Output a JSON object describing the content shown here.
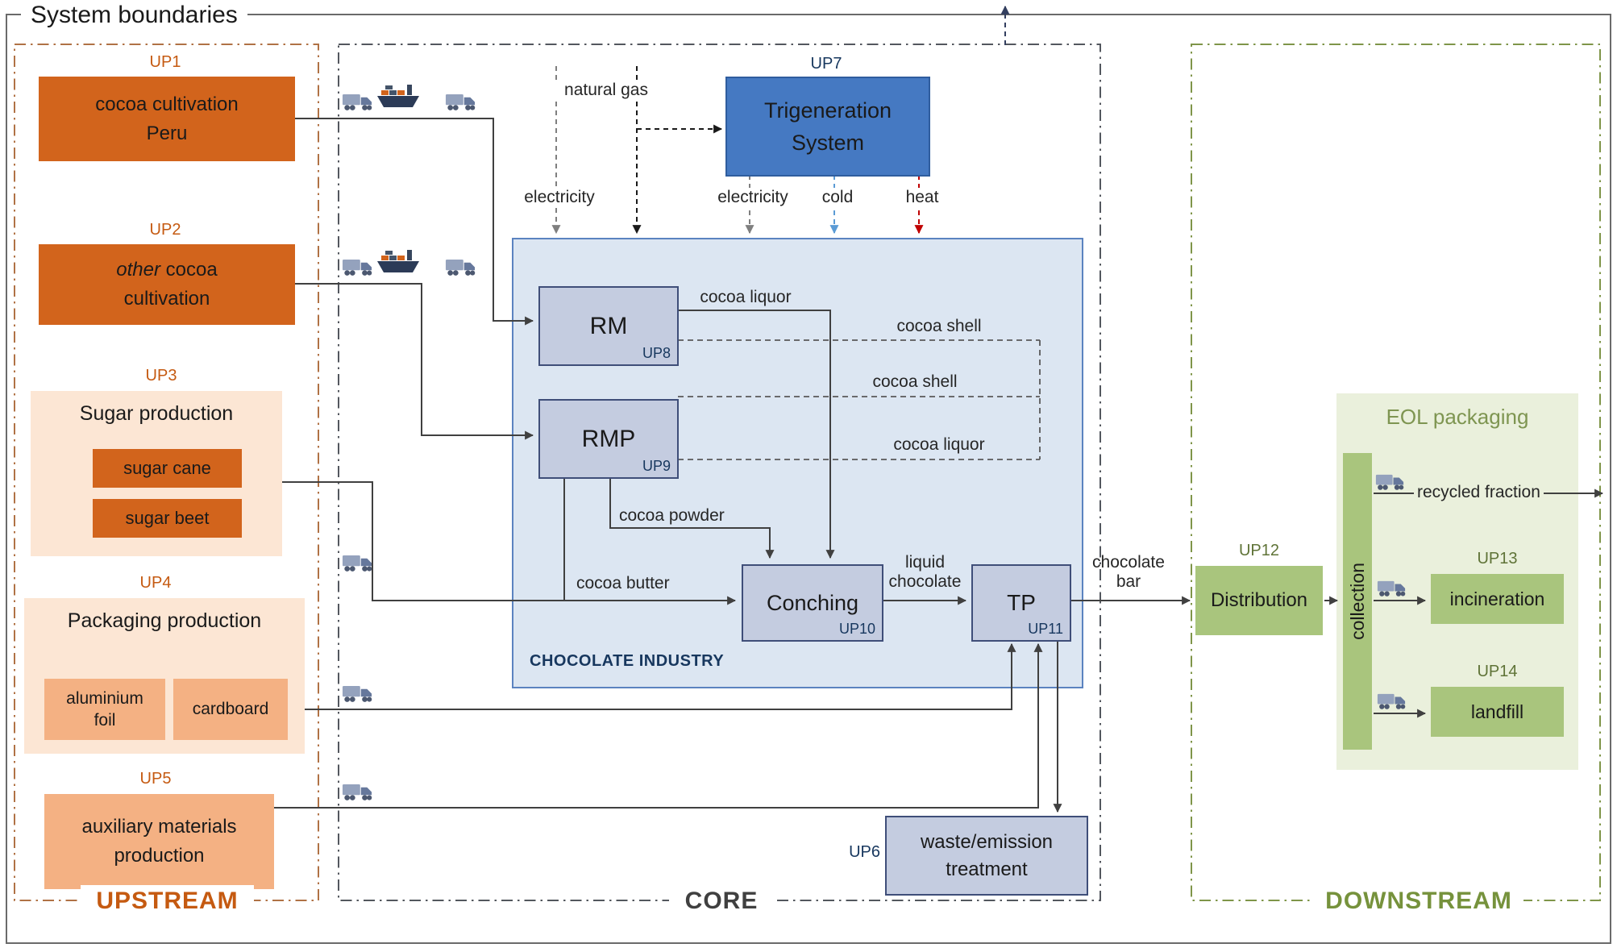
{
  "title": "System boundaries",
  "colors": {
    "orange_dark": "#d2641c",
    "orange_mid": "#f4b183",
    "orange_light": "#fce6d4",
    "orange_label": "#c55a11",
    "blue_box": "#4579c2",
    "blue_container": "#dce6f2",
    "process_box": "#c4cce0",
    "navy_label": "#17375e",
    "green_box": "#a9c57d",
    "green_container": "#eaf0dc",
    "green_label": "#76923c",
    "heat_red": "#c00000",
    "cold_blue": "#5b9bd5",
    "line_gray": "#404040"
  },
  "icons": {
    "truck": "truck-icon",
    "ship": "ship-icon"
  },
  "sections": {
    "upstream_label": "UPSTREAM",
    "core_label": "CORE",
    "downstream_label": "DOWNSTREAM"
  },
  "upstream": {
    "up1": {
      "id": "UP1",
      "line1": "cocoa cultivation",
      "line2": "Peru"
    },
    "up2": {
      "id": "UP2",
      "italic": "other",
      "line1_rest": "cocoa",
      "line2": "cultivation"
    },
    "up3": {
      "id": "UP3",
      "title": "Sugar production",
      "items": [
        "sugar cane",
        "sugar beet"
      ]
    },
    "up4": {
      "id": "UP4",
      "title": "Packaging production",
      "items": [
        "aluminium foil",
        "cardboard"
      ]
    },
    "up5": {
      "id": "UP5",
      "line1": "auxiliary materials",
      "line2": "production"
    }
  },
  "core": {
    "trigeneration": {
      "id": "UP7",
      "line1": "Trigeneration",
      "line2": "System"
    },
    "chocolate_industry_label": "CHOCOLATE INDUSTRY",
    "rm": {
      "id": "UP8",
      "label": "RM"
    },
    "rmp": {
      "id": "UP9",
      "label": "RMP"
    },
    "conching": {
      "id": "UP10",
      "label": "Conching"
    },
    "tp": {
      "id": "UP11",
      "label": "TP"
    },
    "waste": {
      "id": "UP6",
      "line1": "waste/emission",
      "line2": "treatment"
    }
  },
  "downstream": {
    "distribution": {
      "id": "UP12",
      "label": "Distribution"
    },
    "eol_label": "EOL packaging",
    "collection_label": "collection",
    "incineration": {
      "id": "UP13",
      "label": "incineration"
    },
    "landfill": {
      "id": "UP14",
      "label": "landfill"
    },
    "recycled_label": "recycled fraction"
  },
  "flows": {
    "natural_gas": "natural gas",
    "electricity_grid": "electricity",
    "electricity_trigen": "electricity",
    "cold": "cold",
    "heat": "heat",
    "cocoa_liquor_rm": "cocoa liquor",
    "cocoa_shell_rm": "cocoa shell",
    "cocoa_shell_rmp": "cocoa shell",
    "cocoa_liquor_rmp": "cocoa liquor",
    "cocoa_powder": "cocoa powder",
    "cocoa_butter": "cocoa butter",
    "liquid_chocolate_line1": "liquid",
    "liquid_chocolate_line2": "chocolate",
    "chocolate_bar_line1": "chocolate",
    "chocolate_bar_line2": "bar"
  }
}
